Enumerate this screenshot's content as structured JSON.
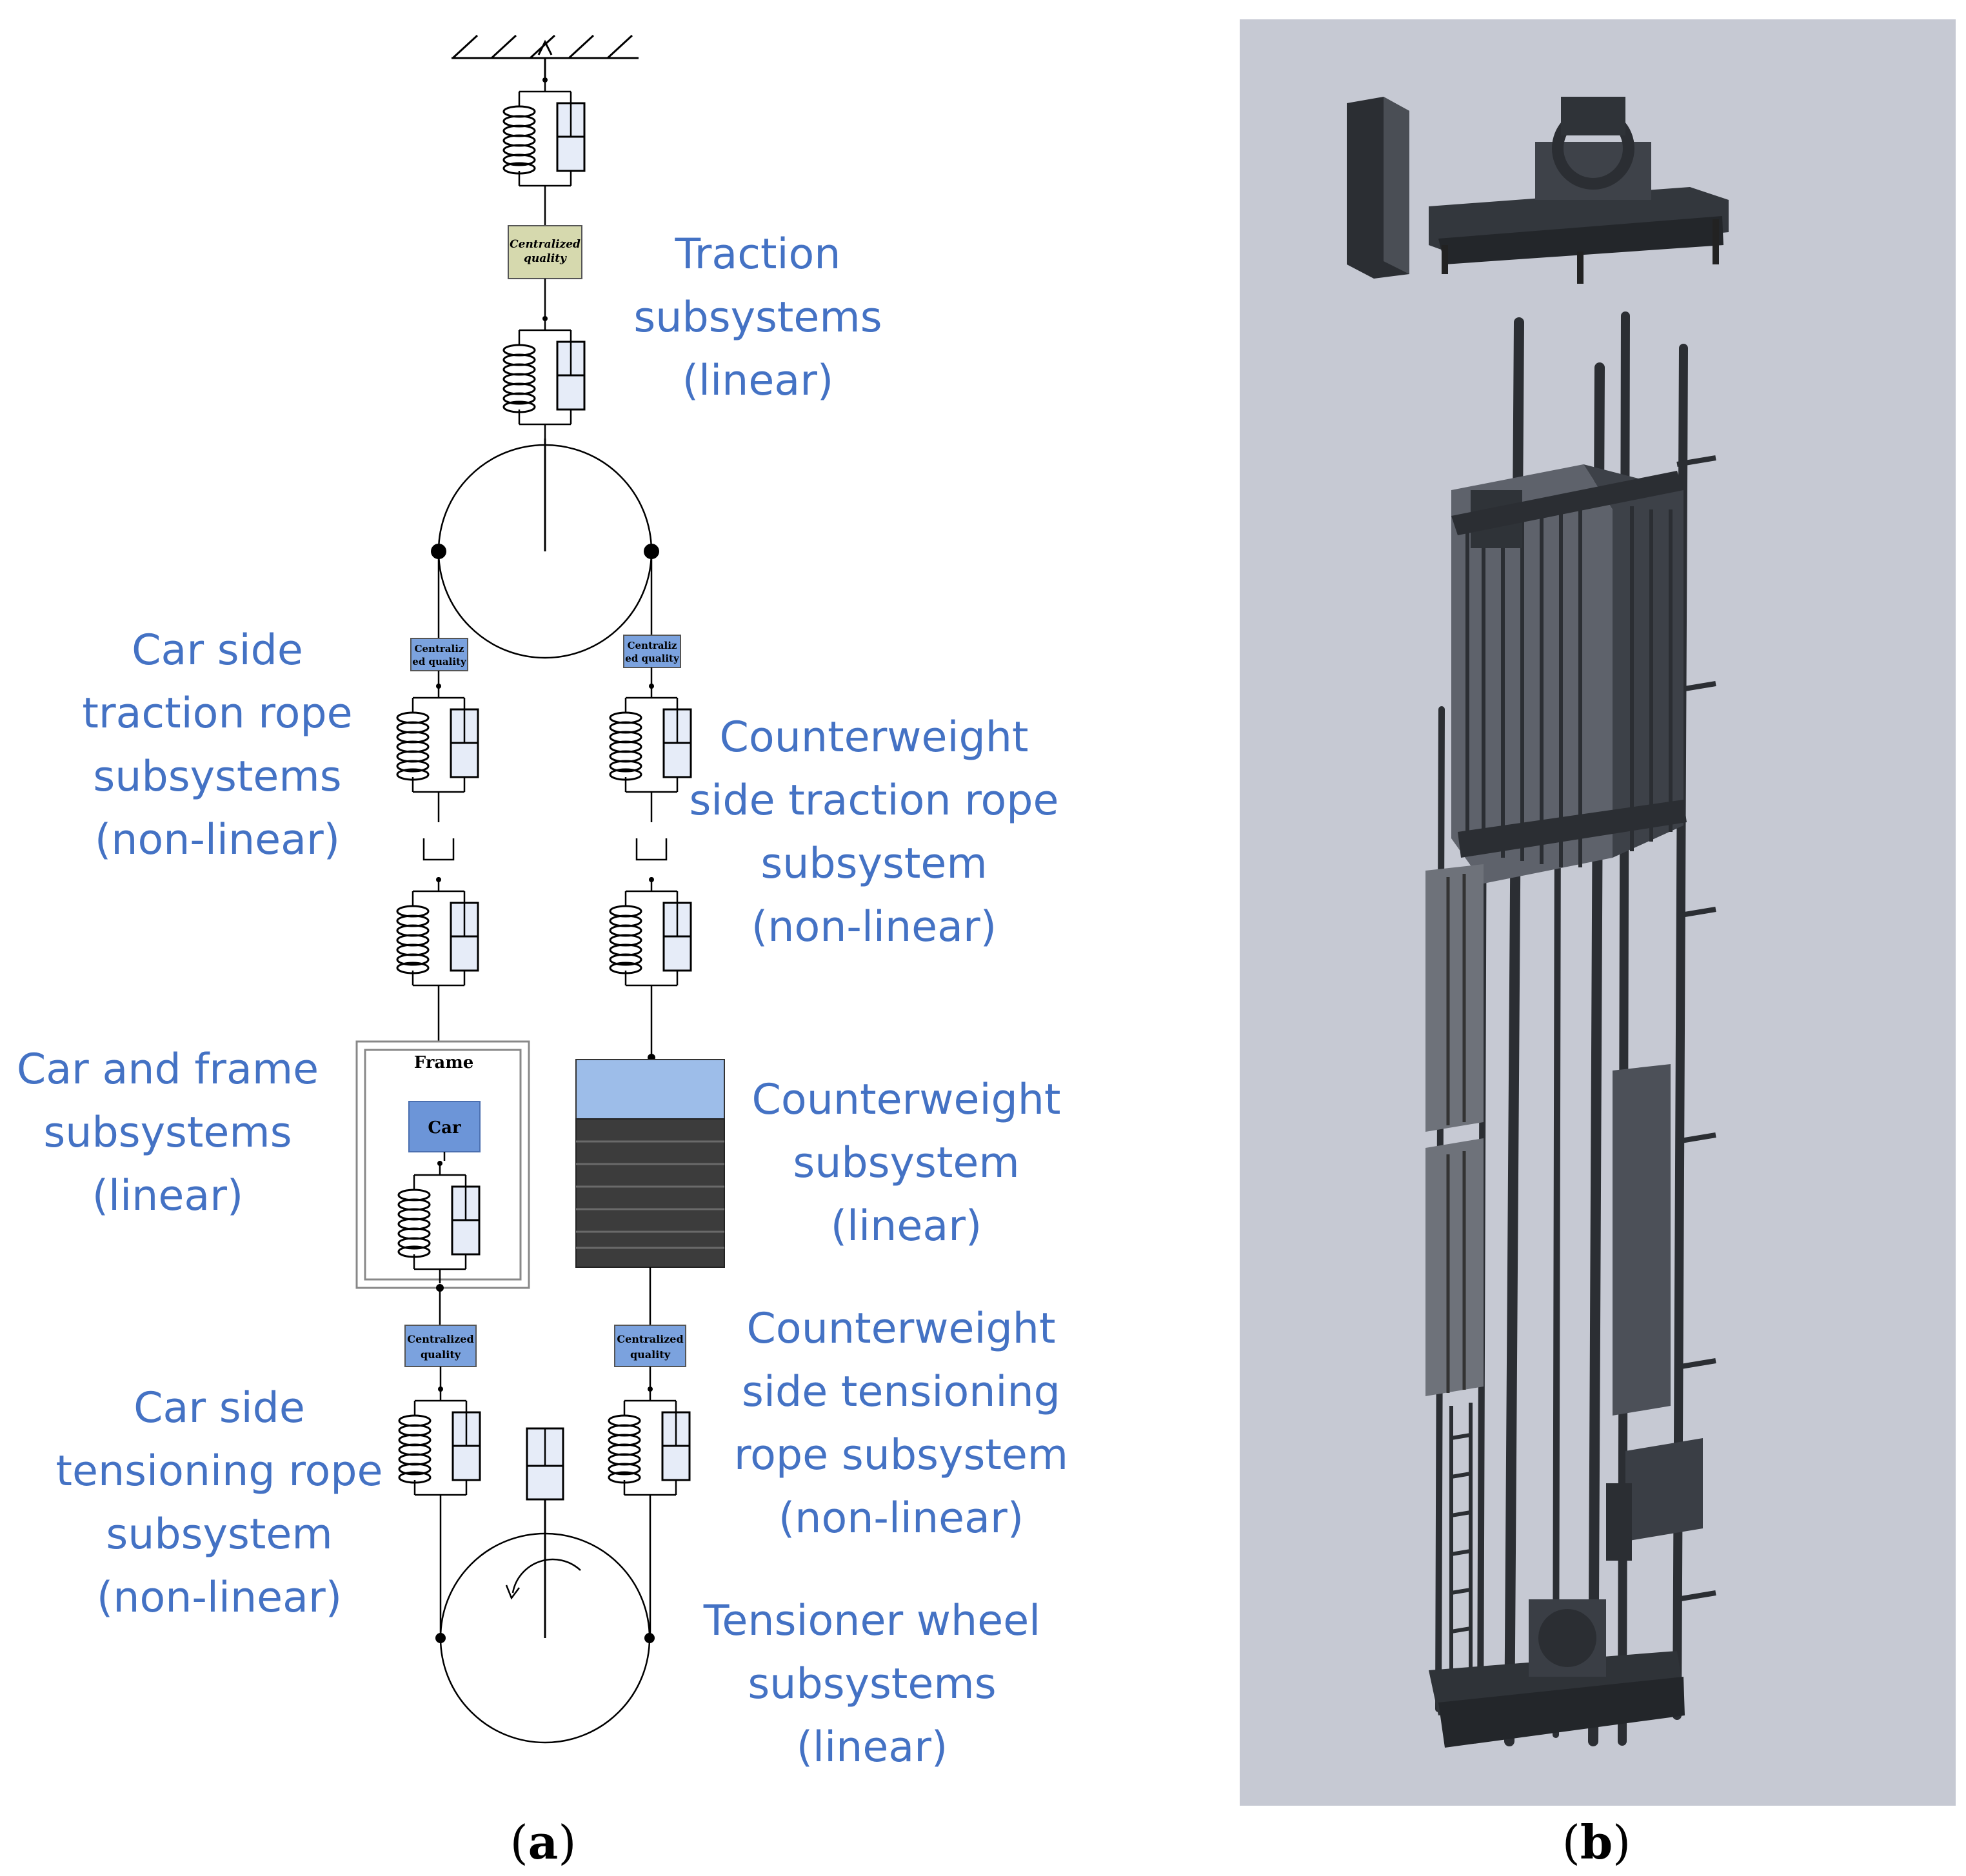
{
  "panel_a": {
    "labels": {
      "traction": [
        "Traction",
        "subsystems",
        "(linear)"
      ],
      "car_side_traction": [
        "Car side",
        "traction rope",
        "subsystems",
        "(non-linear)"
      ],
      "cw_side_traction": [
        "Counterweight",
        "side traction  rope",
        "subsystem",
        "(non-linear)"
      ],
      "car_frame": [
        "Car and frame",
        "subsystems",
        "(linear)"
      ],
      "counterweight": [
        "Counterweight",
        "subsystem",
        "(linear)"
      ],
      "car_side_tensioning": [
        "Car side",
        "tensioning rope",
        "subsystem",
        "(non-linear)"
      ],
      "cw_side_tensioning": [
        "Counterweight",
        "side tensioning",
        "rope subsystem",
        "(non-linear)"
      ],
      "tensioner_wheel": [
        "Tensioner wheel",
        "subsystems",
        "(linear)"
      ]
    },
    "mass_top": [
      "Centralized",
      "quality"
    ],
    "mass_car_upper": [
      "Centraliz",
      "ed quality"
    ],
    "mass_cw_upper": [
      "Centraliz",
      "ed quality"
    ],
    "mass_car_lower": [
      "Centralized",
      "quality"
    ],
    "mass_cw_lower": [
      "Centralized",
      "quality"
    ],
    "frame_label": "Frame",
    "car_label": "Car",
    "caption": [
      "(",
      "a",
      ")"
    ]
  },
  "panel_b": {
    "caption": [
      "(",
      "b",
      ")"
    ]
  },
  "colors": {
    "label_blue": "#4472C4",
    "mass_green": "#D6D9AE",
    "mass_blue": "#7BA2DE",
    "cw_light": "#9DBDE9",
    "cw_dark": "#3C3C3C",
    "render_bg": "#C6C9D3"
  }
}
